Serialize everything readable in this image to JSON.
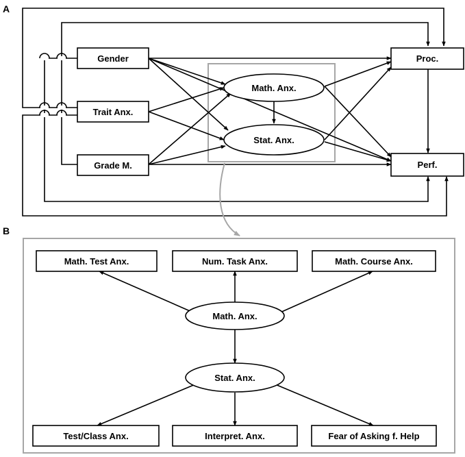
{
  "panel_a": {
    "label": "A",
    "nodes": {
      "gender": "Gender",
      "trait_anx": "Trait Anx.",
      "grade_m": "Grade M.",
      "math_anx": "Math. Anx.",
      "stat_anx": "Stat. Anx.",
      "proc": "Proc.",
      "perf": "Perf."
    }
  },
  "panel_b": {
    "label": "B",
    "nodes": {
      "math_test_anx": "Math. Test Anx.",
      "num_task_anx": "Num. Task Anx.",
      "math_course_anx": "Math. Course Anx.",
      "math_anx": "Math. Anx.",
      "stat_anx": "Stat. Anx.",
      "test_class_anx": "Test/Class Anx.",
      "interpret_anx": "Interpret. Anx.",
      "fear_asking_help": "Fear of Asking f. Help"
    }
  },
  "colors": {
    "stroke": "#000000",
    "highlight": "#a6a6a6"
  }
}
